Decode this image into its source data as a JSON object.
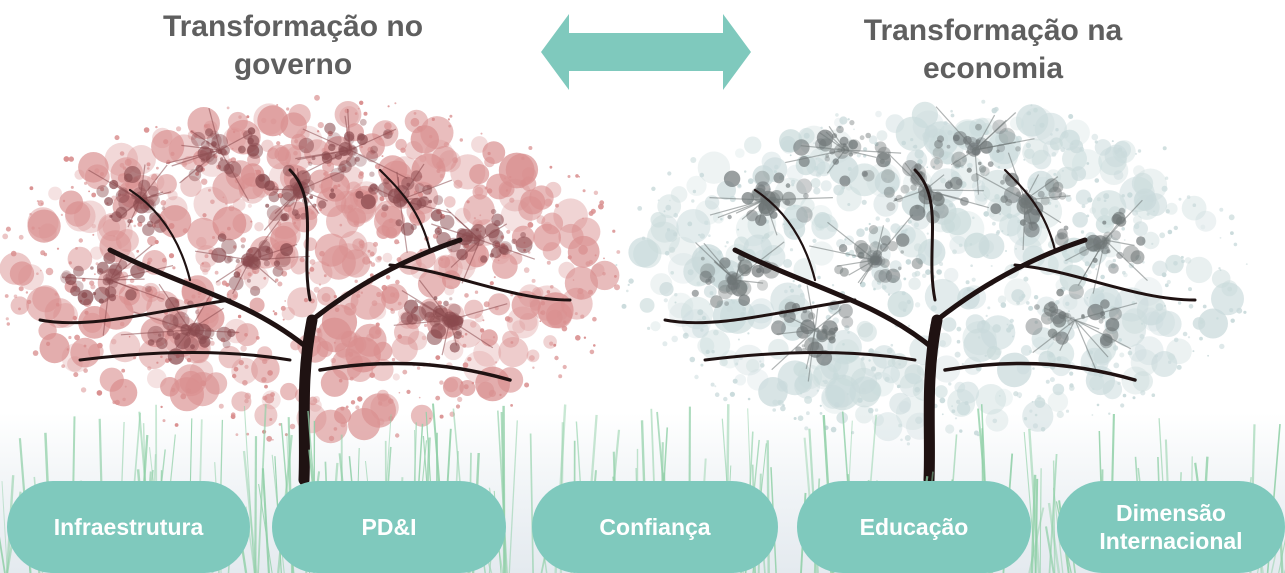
{
  "titles": {
    "left": {
      "line1": "Transformação no",
      "line2": "governo"
    },
    "right": {
      "line1": "Transformação na",
      "line2": "economia"
    }
  },
  "pillars": [
    {
      "line1": "Infraestrutura",
      "line2": ""
    },
    {
      "line1": "PD&I",
      "line2": ""
    },
    {
      "line1": "Confiança",
      "line2": ""
    },
    {
      "line1": "Educação",
      "line2": ""
    },
    {
      "line1": "Dimensão",
      "line2": "Internacional"
    }
  ],
  "colors": {
    "pill": "#7fc9bd",
    "arrow": "#7fc9bd",
    "title_text": "#5f5f5f",
    "left_foliage": "#d98f8f",
    "left_foliage_dark": "#8a4a4e",
    "right_foliage": "#c9dadb",
    "right_foliage_dark": "#6f7677",
    "trunk": "#1f1212",
    "grass": "#8fcfa6"
  },
  "icons": {
    "arrow": "double-arrow-icon",
    "tree_left": "red-tree-icon",
    "tree_right": "grey-tree-icon"
  }
}
